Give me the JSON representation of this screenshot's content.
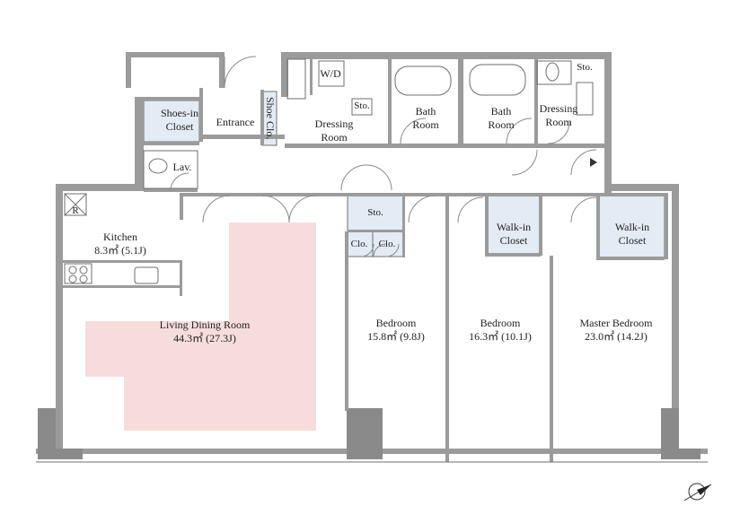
{
  "colors": {
    "wall": "#9b9b9b",
    "outline": "#6f6f6f",
    "storage_fill": "#e3ebf5",
    "living_highlight": "#f7dcdc",
    "pillar": "#8a8a8a",
    "door": "#8a8a8a"
  },
  "rooms": {
    "shoes_in_closet": {
      "line1": "Shoes-in",
      "line2": "Closet"
    },
    "entrance": {
      "name": "Entrance"
    },
    "shoe_closet": {
      "name": "Shoe Clo."
    },
    "wd": {
      "name": "W/D"
    },
    "sto_small": {
      "name": "Sto."
    },
    "dressing_room_1": {
      "line1": "Dressing",
      "line2": "Room"
    },
    "bath_room_1": {
      "line1": "Bath",
      "line2": "Room"
    },
    "bath_room_2": {
      "line1": "Bath",
      "line2": "Room"
    },
    "dressing_room_2": {
      "line1": "Dressing",
      "line2": "Room"
    },
    "sto_corner": {
      "name": "Sto."
    },
    "lav": {
      "name": "Lav."
    },
    "refrigerator": {
      "name": "R"
    },
    "kitchen": {
      "name": "Kitchen",
      "area": "8.3㎡ (5.1J)"
    },
    "sto_hall": {
      "name": "Sto."
    },
    "clo_1": {
      "name": "Clo."
    },
    "clo_2": {
      "name": "Clo."
    },
    "walk_in_closet_1": {
      "line1": "Walk-in",
      "line2": "Closet"
    },
    "walk_in_closet_2": {
      "line1": "Walk-in",
      "line2": "Closet"
    },
    "living_dining": {
      "name": "Living Dining Room",
      "area": "44.3㎡ (27.3J)"
    },
    "bedroom_1": {
      "name": "Bedroom",
      "area": "15.8㎡ (9.8J)"
    },
    "bedroom_2": {
      "name": "Bedroom",
      "area": "16.3㎡ (10.1J)"
    },
    "master_bedroom": {
      "name": "Master Bedroom",
      "area": "23.0㎡ (14.2J)"
    }
  }
}
